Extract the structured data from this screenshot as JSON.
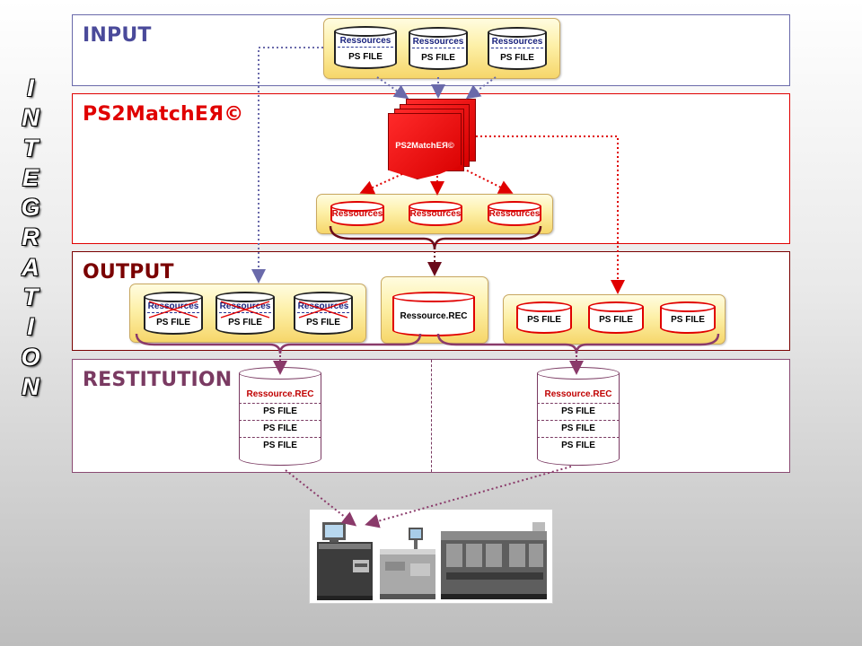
{
  "sidebar": {
    "letters": [
      "I",
      "N",
      "T",
      "E",
      "G",
      "R",
      "A",
      "T",
      "I",
      "O",
      "N"
    ],
    "color": "#ffffff"
  },
  "bands": {
    "input": {
      "label": "INPUT",
      "color": "#4a4a9a"
    },
    "ps2matcher": {
      "label": "PS2MatchEЯ©",
      "color": "#e00000"
    },
    "output": {
      "label": "OUTPUT",
      "color": "#7a0000"
    },
    "restitution": {
      "label": "RESTITUTION",
      "color": "#7a3a62"
    }
  },
  "input_files": [
    {
      "resource": "Ressources",
      "file": "PS FILE"
    },
    {
      "resource": "Ressources",
      "file": "PS FILE"
    },
    {
      "resource": "Ressources",
      "file": "PS FILE"
    }
  ],
  "matcher": {
    "document_label": "PS2MatchEЯ©",
    "resources": [
      "Ressources",
      "Ressources",
      "Ressources"
    ]
  },
  "output": {
    "stripped_files": [
      {
        "resource": "Ressources",
        "file": "PS FILE"
      },
      {
        "resource": "Ressources",
        "file": "PS FILE"
      },
      {
        "resource": "Ressources",
        "file": "PS FILE"
      }
    ],
    "resource_rec": "Ressource.REC",
    "clean_files": [
      "PS FILE",
      "PS FILE",
      "PS FILE"
    ]
  },
  "restitution": {
    "left": {
      "head": "Ressource.REC",
      "rows": [
        "PS FILE",
        "PS FILE",
        "PS FILE"
      ]
    },
    "right": {
      "head": "Ressource.REC",
      "rows": [
        "PS FILE",
        "PS FILE",
        "PS FILE"
      ]
    }
  },
  "colors": {
    "blue_arrow": "#6a6aaa",
    "red_arrow": "#e00000",
    "brown_arrow": "#6a0a1a",
    "purple_arrow": "#8a3a6a",
    "tray_fill": "#fbe48a"
  },
  "printer_image": "printing-system-picture"
}
